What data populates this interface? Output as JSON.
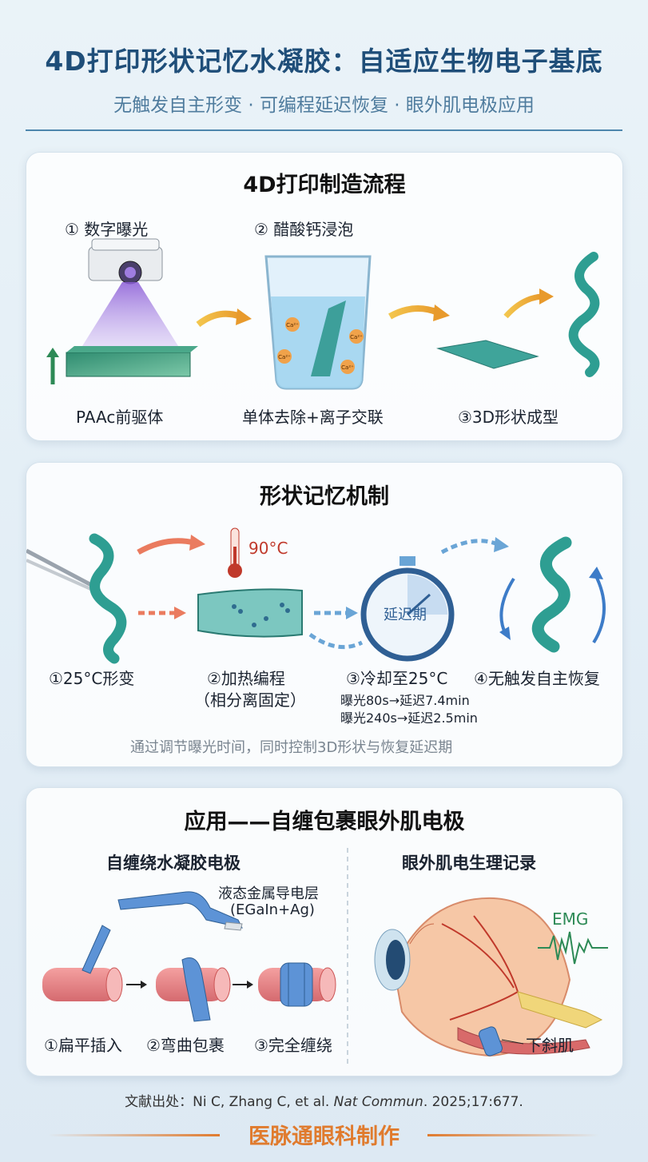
{
  "header": {
    "title": "4D打印形状记忆水凝胶：自适应生物电子基底",
    "subtitle": "无触发自主形变 · 可编程延迟恢复 · 眼外肌电极应用"
  },
  "panel1": {
    "title": "4D打印制造流程",
    "step1_top": "① 数字曝光",
    "step2_top": "② 醋酸钙浸泡",
    "step1_bottom": "PAAc前驱体",
    "step2_bottom": "单体去除+离子交联",
    "step3_bottom": "③3D形状成型",
    "ion": "Ca²⁺"
  },
  "panel2": {
    "title": "形状记忆机制",
    "temp": "90°C",
    "timer": "延迟期",
    "s1": "①25°C形变",
    "s2": "②加热编程",
    "s2b": "（相分离固定）",
    "s3": "③冷却至25°C",
    "s4": "④无触发自主恢复",
    "d1": "曝光80s→延迟7.4min",
    "d2": "曝光240s→延迟2.5min",
    "note": "通过调节曝光时间，同时控制3D形状与恢复延迟期"
  },
  "panel3": {
    "title": "应用——自缠包裹眼外肌电极",
    "left_title": "自缠绕水凝胶电极",
    "right_title": "眼外肌电生理记录",
    "layer": "液态金属导电层",
    "layer_sub": "(EGaIn+Ag)",
    "a1": "①扁平插入",
    "a2": "②弯曲包裹",
    "a3": "③完全缠绕",
    "emg": "EMG",
    "muscle": "下斜肌"
  },
  "footer": {
    "ref_prefix": "文献出处：Ni C, Zhang C, et al.",
    "ref_journal": "Nat Commun",
    "ref_suffix": ". 2025;17:677.",
    "brand": "医脉通眼科制作"
  },
  "colors": {
    "title": "#1f4e79",
    "accent": "#e07b2e",
    "teal": "#2e9e92"
  }
}
